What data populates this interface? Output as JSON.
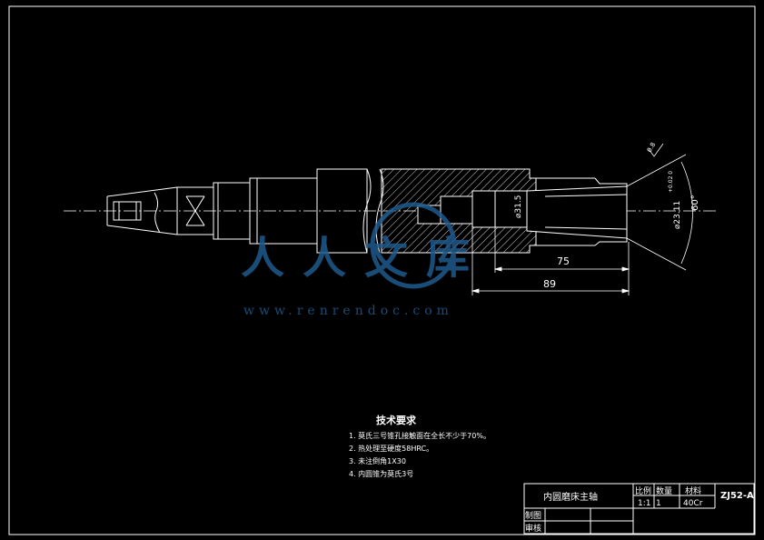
{
  "drawing": {
    "title": "内圆磨床主轴",
    "code": "ZJ52-A",
    "material_label": "材料",
    "material": "40Cr",
    "scale_label": "比例",
    "scale": "1:1",
    "quantity_label": "数量",
    "quantity": "1",
    "drawn_label": "制图",
    "checked_label": "审核"
  },
  "notes": {
    "heading": "技术要求",
    "items": [
      "1. 莫氏三号锥孔接触面在全长不少于70%。",
      "2. 热处理至硬度58HRC。",
      "3. 未注倒角1X30",
      "4. 内圆锥为莫氏3号"
    ]
  },
  "dimensions": {
    "bore_dia": "⌀31.5",
    "taper_dia": "⌀23.11",
    "tolerance": "+0.02 0",
    "angle": "60°",
    "len_75": "75",
    "len_89": "89",
    "roughness": "0.8"
  },
  "watermark": {
    "text": "人人文库",
    "url": "www.renrendoc.com"
  },
  "colors": {
    "background": "#000000",
    "lines": "#ffffff",
    "watermark": "#1e5a8c"
  }
}
